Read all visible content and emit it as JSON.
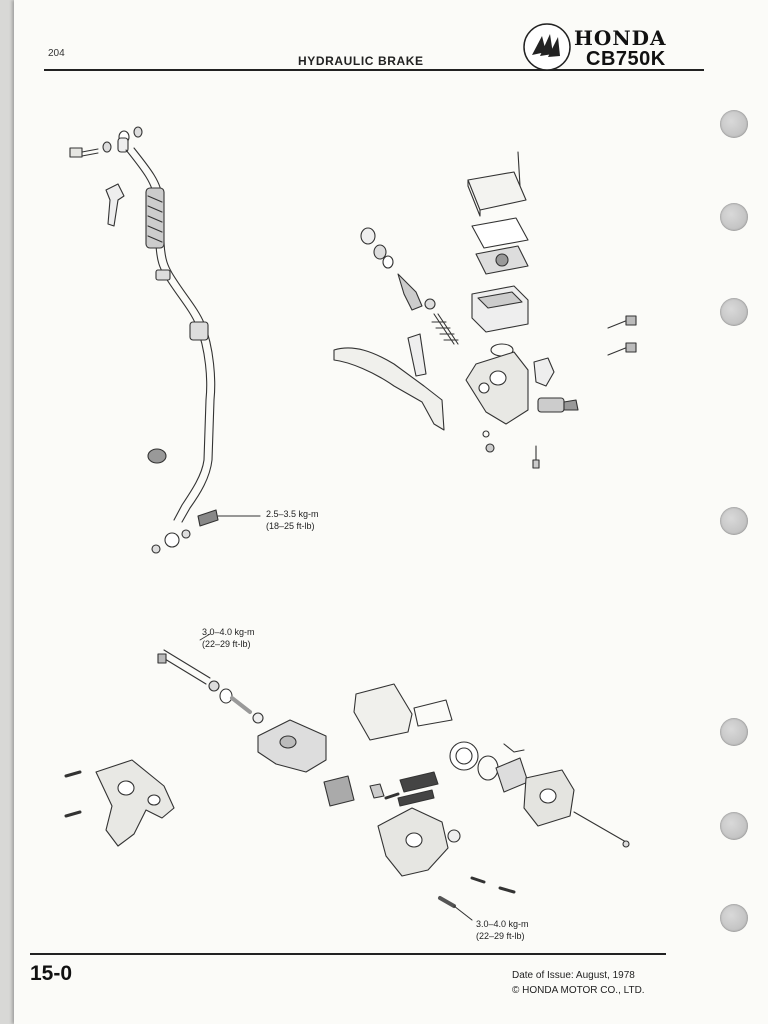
{
  "header": {
    "page_number": "204",
    "title": "HYDRAULIC BRAKE",
    "brand": "HONDA",
    "model": "CB750K"
  },
  "torque_specs": {
    "hose_bolt": {
      "metric": "2.5–3.5 kg-m",
      "imperial": "(18–25 ft-lb)"
    },
    "caliper_shaft": {
      "metric": "3.0–4.0 kg-m",
      "imperial": "(22–29 ft-lb)"
    },
    "caliper_bolt": {
      "metric": "3.0–4.0 kg-m",
      "imperial": "(22–29 ft-lb)"
    }
  },
  "footer": {
    "section": "15-0",
    "issue_date": "Date of Issue: August, 1978",
    "copyright": "© HONDA MOTOR CO., LTD."
  }
}
